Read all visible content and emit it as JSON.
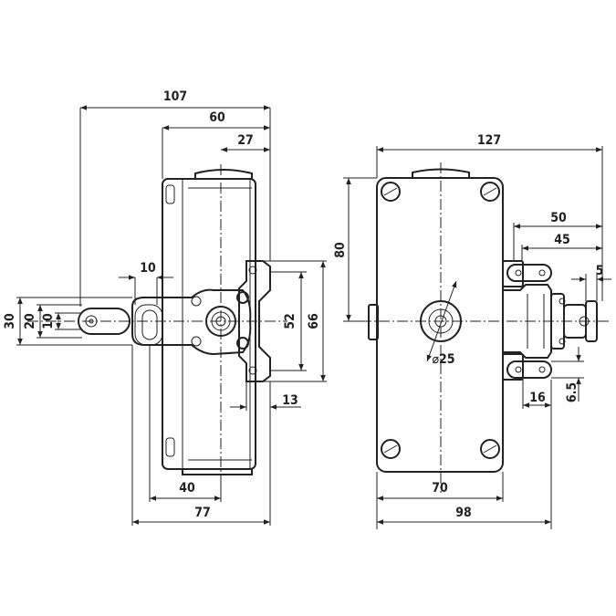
{
  "side_view": {
    "dims": {
      "overall_width": "107",
      "body_width": "60",
      "half_width": "27",
      "lever_offset": "10",
      "height_30": "30",
      "height_20": "20",
      "height_10": "10",
      "bracket_52": "52",
      "bracket_66": "66",
      "offset_13": "13",
      "base_40": "40",
      "base_77": "77"
    }
  },
  "front_view": {
    "dims": {
      "overall_width": "127",
      "height_80": "80",
      "right_50": "50",
      "right_45": "45",
      "right_5": "5",
      "diameter": "⌀25",
      "right_16": "16",
      "right_6_5": "6.5",
      "inner_70": "70",
      "outer_98": "98"
    }
  }
}
